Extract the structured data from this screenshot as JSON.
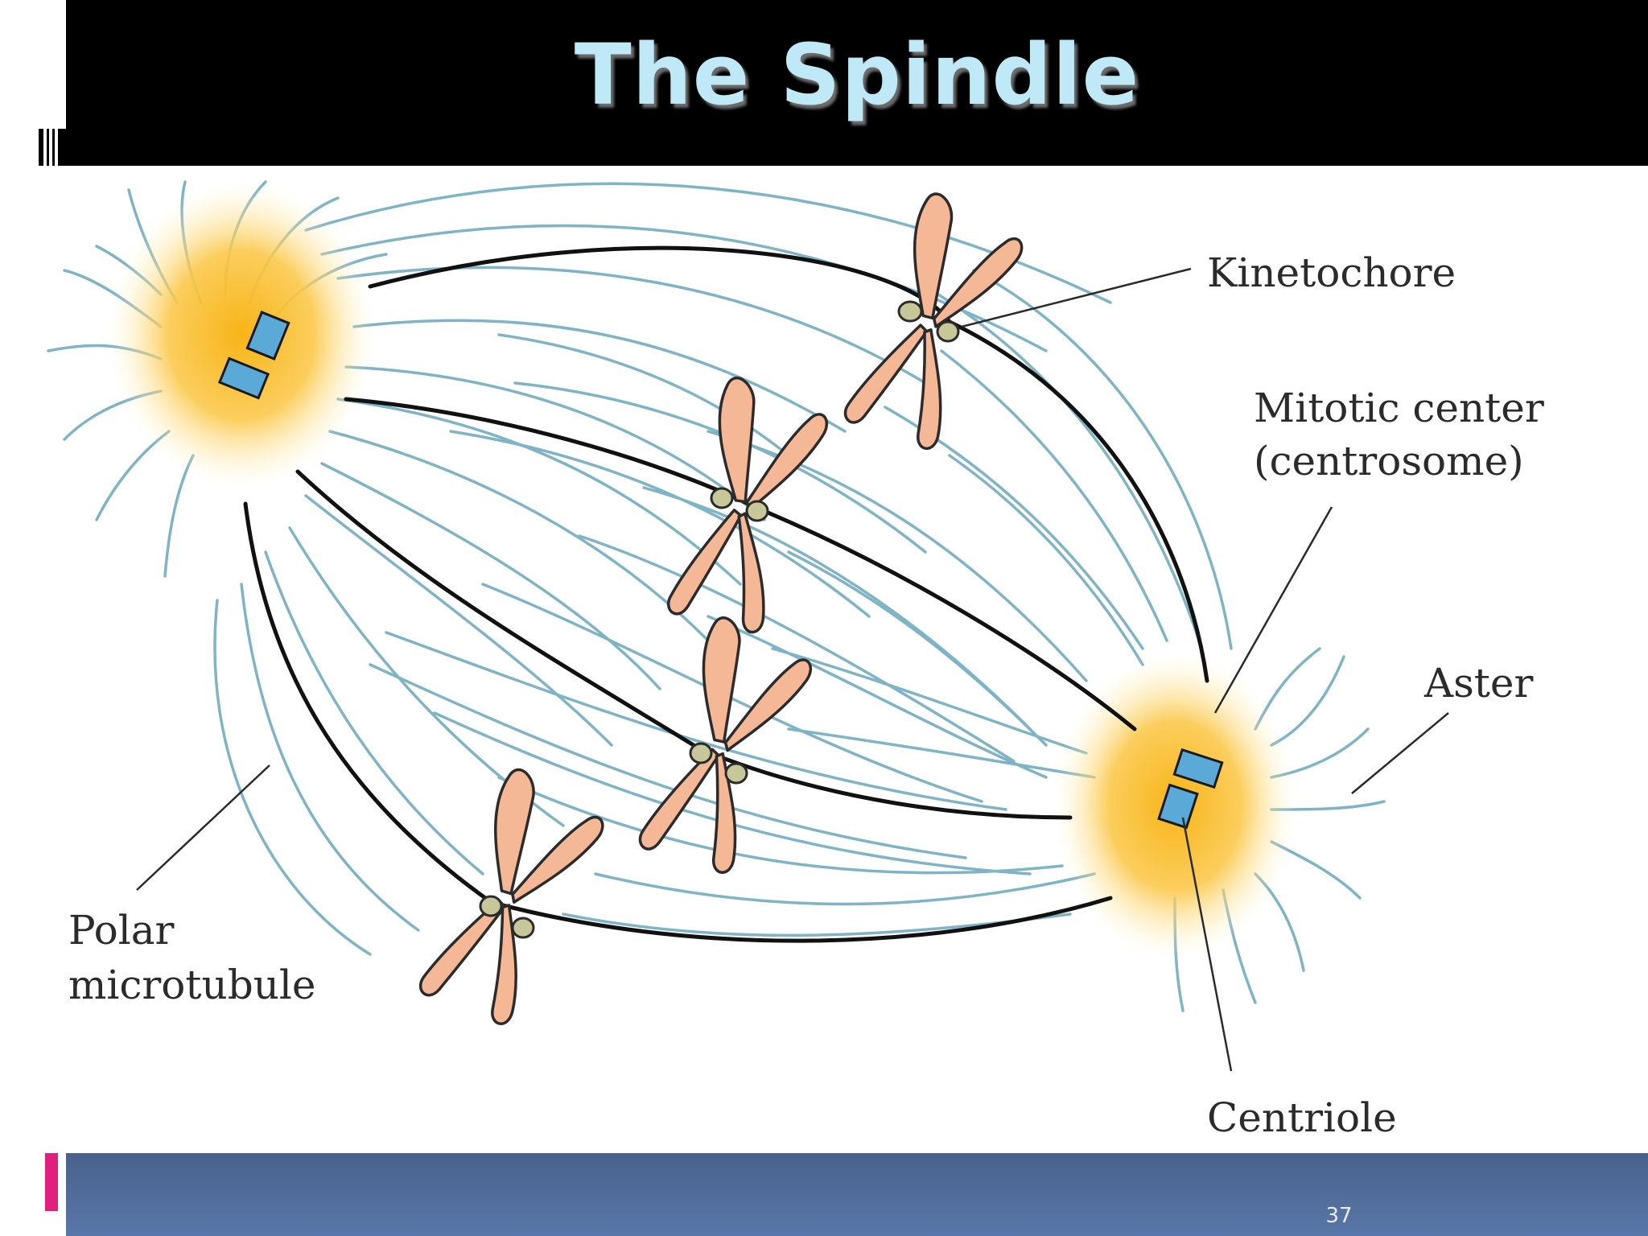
{
  "slide": {
    "title": "The Spindle",
    "page_number": "37"
  },
  "labels": {
    "kinetochore": "Kinetochore",
    "mitotic_center_line1": "Mitotic center",
    "mitotic_center_line2": "(centrosome)",
    "aster": "Aster",
    "polar_line1": "Polar",
    "polar_line2": "microtubule",
    "centriole": "Centriole"
  },
  "colors": {
    "title_text": "#bfe9f6",
    "microtubule": "#7fb3c6",
    "spindle_fiber": "#111111",
    "chromosome": "#f5b896",
    "centrosome": "#f7b416",
    "centriole": "#5aa9d6",
    "kinetochore": "#c8c79a",
    "footer": "#506c9a",
    "accent": "#e0207c"
  }
}
